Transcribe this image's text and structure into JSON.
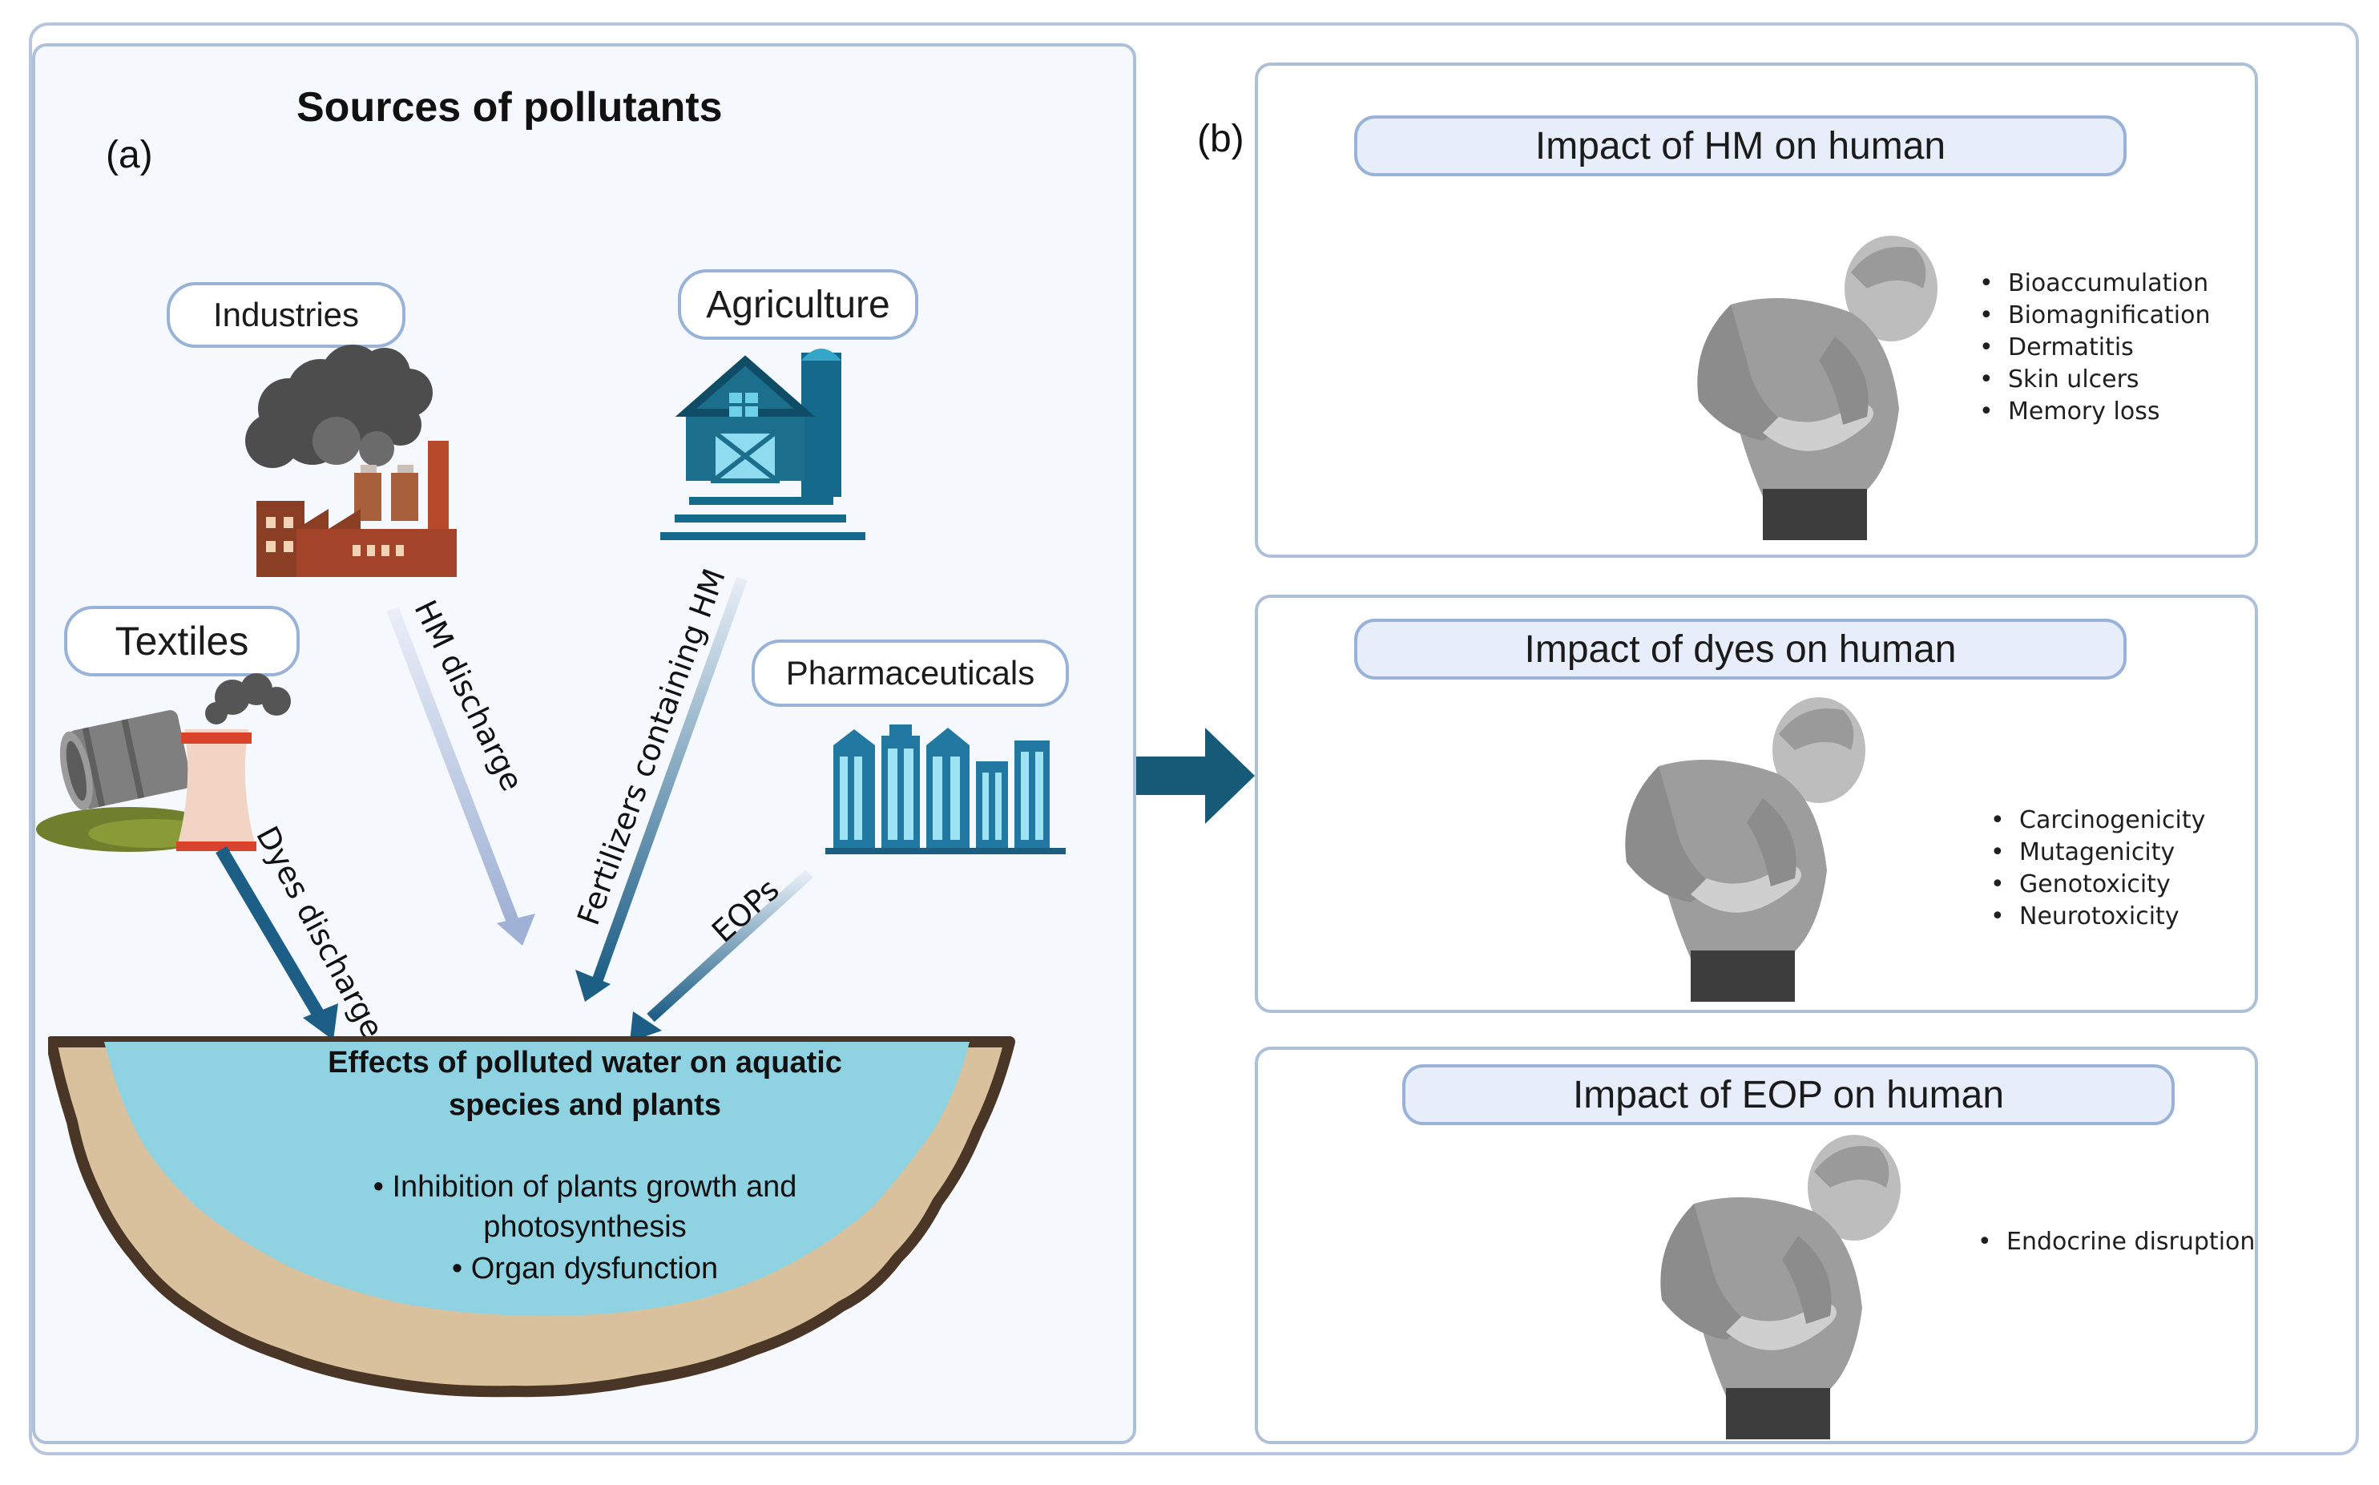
{
  "panel_a": {
    "title": "Sources of pollutants",
    "letter": "(a)",
    "sources": {
      "industries": "Industries",
      "agriculture": "Agriculture",
      "textiles": "Textiles",
      "pharmaceuticals": "Pharmaceuticals"
    },
    "arrows": {
      "hm_discharge": "HM discharge",
      "fertilizers": "Fertilizers containing HM",
      "dyes_discharge": "Dyes discharge",
      "eops": "EOPs"
    },
    "lake": {
      "heading_line1": "Effects of polluted water on aquatic",
      "heading_line2": "species and plants",
      "bullet1_line1": "Inhibition of plants growth and",
      "bullet1_line2": "photosynthesis",
      "bullet2": "Organ dysfunction"
    }
  },
  "panel_b": {
    "letter": "(b)",
    "cards": [
      {
        "title": "Impact of HM on human",
        "effects": [
          "Bioaccumulation",
          "Biomagnification",
          "Dermatitis",
          "Skin ulcers",
          "Memory loss"
        ]
      },
      {
        "title": "Impact of dyes on human",
        "effects": [
          "Carcinogenicity",
          "Mutagenicity",
          "Genotoxicity",
          "Neurotoxicity"
        ]
      },
      {
        "title": "Impact of EOP on human",
        "effects": [
          "Endocrine disruption"
        ]
      }
    ]
  },
  "colors": {
    "arrow_dark": "#1d5e86",
    "arrow_light": "#9fb1d4",
    "water": "#8fd3e3",
    "soil": "#d9c19d",
    "soil_edge": "#4a3626",
    "pill_border": "#98b2d8",
    "pill_fill": "#e7eef9",
    "connector": "#175a78"
  }
}
